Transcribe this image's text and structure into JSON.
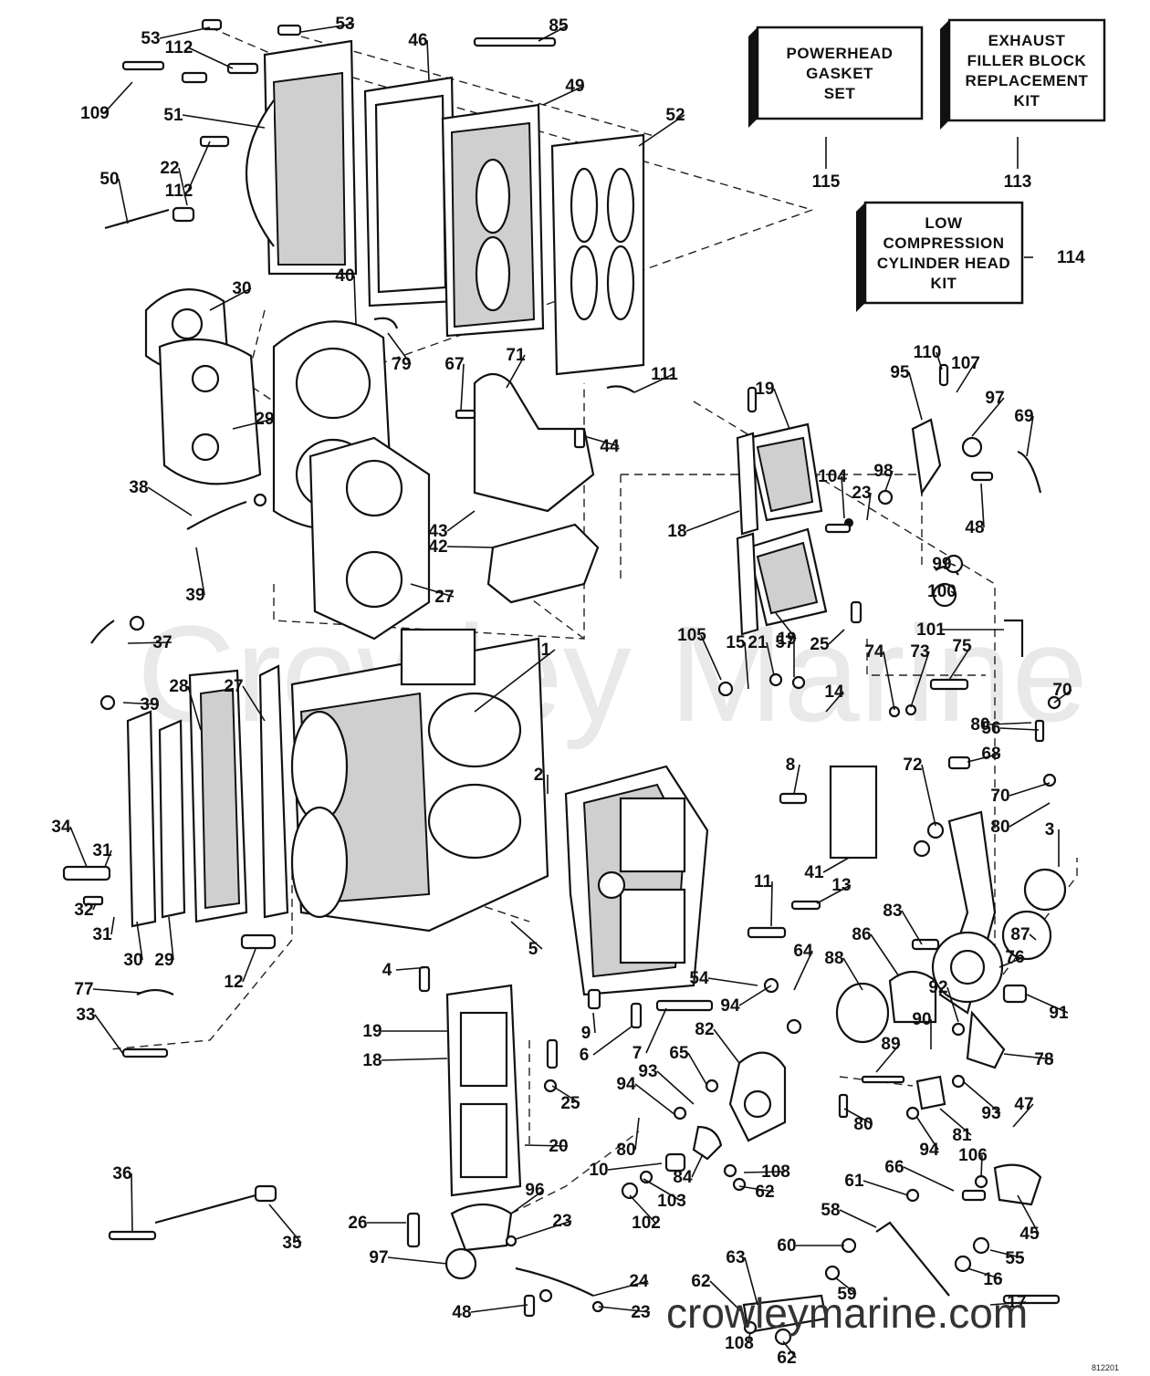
{
  "watermark": "Crowley Marine",
  "site_watermark": "crowleymarine.com",
  "drawing_code": "812201",
  "kits": [
    {
      "number": "115",
      "lines": [
        "POWERHEAD",
        "GASKET",
        "SET"
      ]
    },
    {
      "number": "113",
      "lines": [
        "EXHAUST",
        "FILLER BLOCK",
        "REPLACEMENT",
        "KIT"
      ]
    },
    {
      "number": "114",
      "lines": [
        "LOW",
        "COMPRESSION",
        "CYLINDER HEAD",
        "KIT"
      ]
    }
  ],
  "callouts": [
    "53",
    "53",
    "112",
    "109",
    "51",
    "112",
    "22",
    "50",
    "46",
    "85",
    "49",
    "52",
    "30",
    "40",
    "79",
    "29",
    "67",
    "71",
    "111",
    "44",
    "38",
    "39",
    "43",
    "42",
    "27",
    "37",
    "39",
    "28",
    "27",
    "1",
    "2",
    "34",
    "31",
    "32",
    "31",
    "30",
    "29",
    "12",
    "5",
    "4",
    "77",
    "33",
    "19",
    "18",
    "25",
    "20",
    "36",
    "35",
    "26",
    "97",
    "96",
    "23",
    "24",
    "48",
    "23",
    "19",
    "18",
    "19",
    "104",
    "23",
    "98",
    "25",
    "105",
    "15",
    "21",
    "57",
    "14",
    "110",
    "107",
    "95",
    "97",
    "69",
    "48",
    "99",
    "100",
    "101",
    "74",
    "73",
    "75",
    "80",
    "70",
    "56",
    "68",
    "70",
    "80",
    "8",
    "41",
    "13",
    "11",
    "72",
    "3",
    "83",
    "87",
    "86",
    "76",
    "88",
    "92",
    "91",
    "64",
    "54",
    "9",
    "6",
    "7",
    "82",
    "94",
    "90",
    "65",
    "93",
    "94",
    "80",
    "10",
    "84",
    "108",
    "62",
    "103",
    "102",
    "89",
    "80",
    "81",
    "94",
    "93",
    "78",
    "47",
    "106",
    "66",
    "45",
    "55",
    "61",
    "58",
    "60",
    "16",
    "63",
    "59",
    "62",
    "108",
    "62",
    "17"
  ]
}
